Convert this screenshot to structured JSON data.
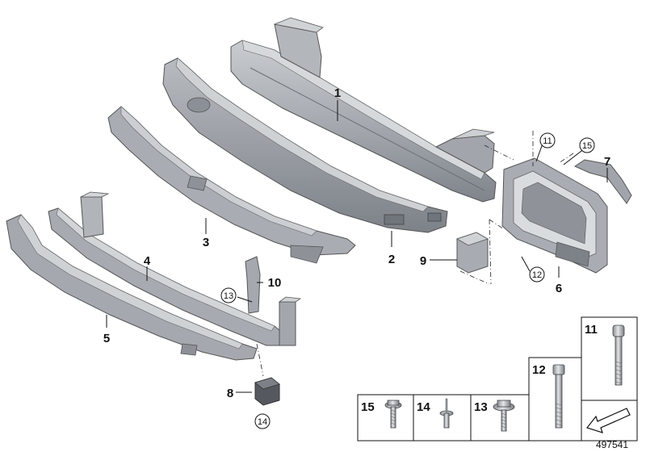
{
  "diagram": {
    "callouts": [
      "1",
      "2",
      "3",
      "4",
      "5",
      "6",
      "7",
      "8",
      "9",
      "10"
    ],
    "circled_refs": [
      "11",
      "15",
      "12",
      "13",
      "14"
    ],
    "fastener_table": {
      "bottom_row": [
        "15",
        "14",
        "13"
      ],
      "tall_cells": [
        "12",
        "11"
      ]
    },
    "document_number": "497541"
  }
}
